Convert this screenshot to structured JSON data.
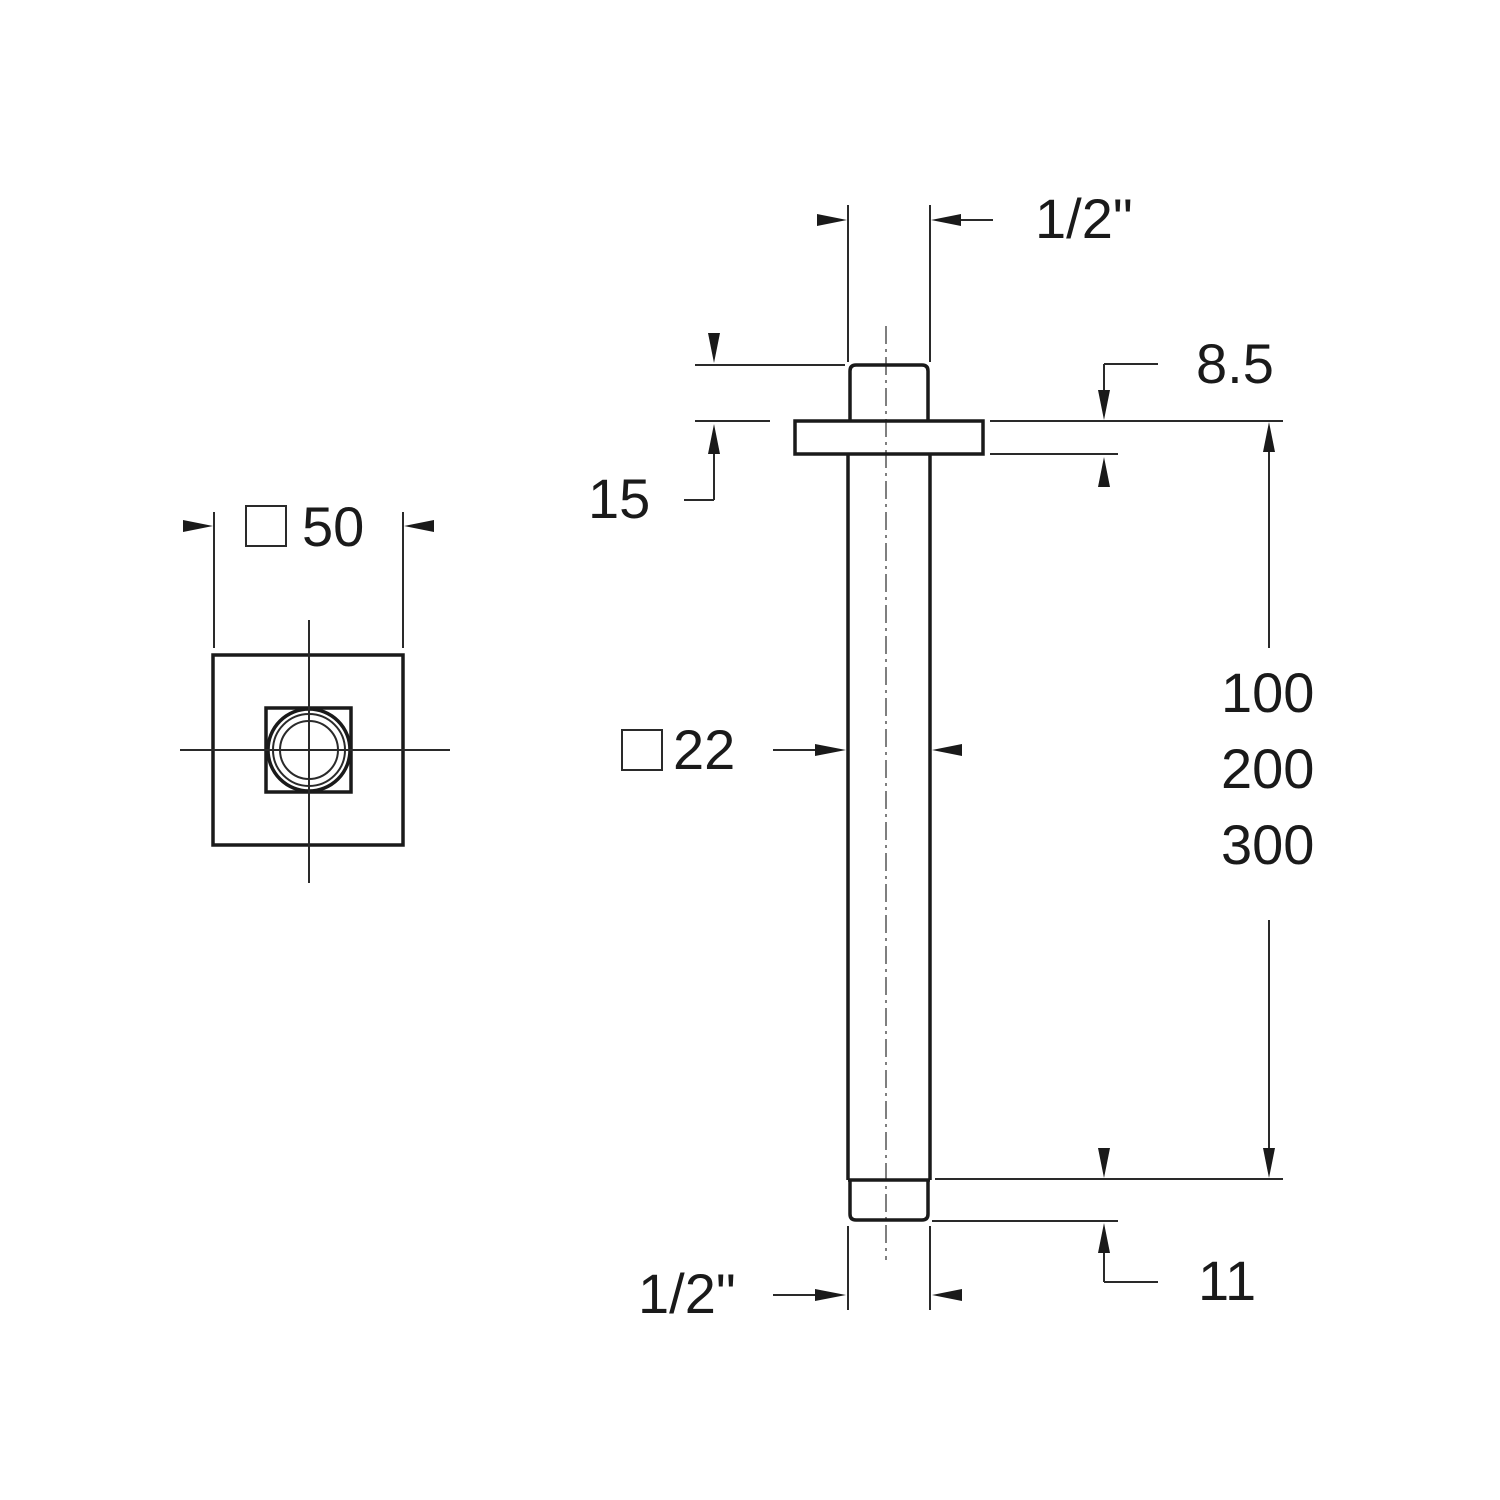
{
  "drawing": {
    "title": "Ceiling shower arm technical drawing",
    "stroke_color": "#1a1a1a",
    "background": "#ffffff"
  },
  "top_view": {
    "plate_size_label": "50",
    "plate_shape": "square"
  },
  "side_view": {
    "thread_top_label": "1/2\"",
    "thread_bottom_label": "1/2\"",
    "flange_thickness_label": "8.5",
    "flange_offset_label": "15",
    "tube_section_label": "22",
    "tube_section_shape": "square",
    "length_options": [
      "100",
      "200",
      "300"
    ],
    "bottom_thread_length_label": "11"
  }
}
